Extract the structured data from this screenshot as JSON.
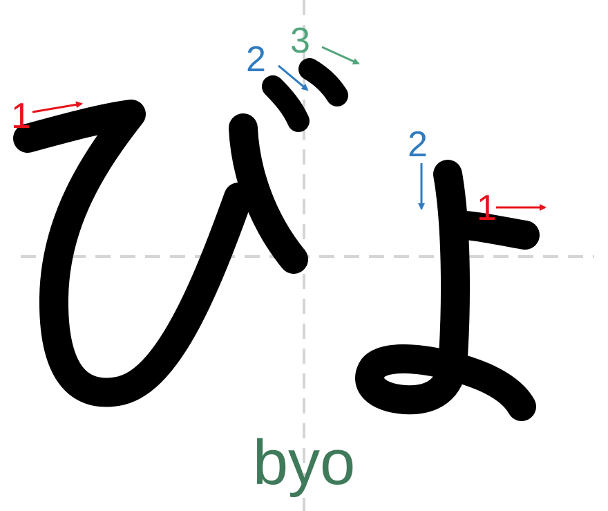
{
  "kana": "びょ",
  "romaji": "byo",
  "colors": {
    "background": "#ffffff",
    "stroke": "#000000",
    "guide": "#d3d6d4",
    "red": "#e8121b",
    "blue": "#2f7bc0",
    "green": "#52a57b",
    "romaji": "#3f7a5a"
  },
  "strokes": {
    "bi_1": {
      "label": "1",
      "arrow": "right",
      "color": "red"
    },
    "bi_2": {
      "label": "2",
      "arrow": "down-right",
      "color": "blue"
    },
    "bi_3": {
      "label": "3",
      "arrow": "down-right",
      "color": "green"
    },
    "yo_1": {
      "label": "1",
      "arrow": "right",
      "color": "red"
    },
    "yo_2": {
      "label": "2",
      "arrow": "down",
      "color": "blue"
    }
  }
}
